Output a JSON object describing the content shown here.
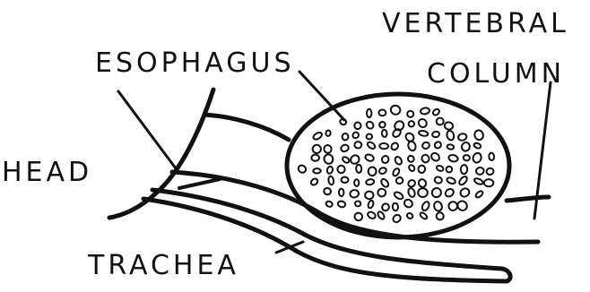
{
  "labels": {
    "vertebral_line1": "VERTEBRAL",
    "vertebral_line2": "COLUMN",
    "esophagus": "ESOPHAGUS",
    "head": "HEAD",
    "trachea": "TRACHEA"
  },
  "colors": {
    "ink": "#111111",
    "background": "#ffffff"
  }
}
